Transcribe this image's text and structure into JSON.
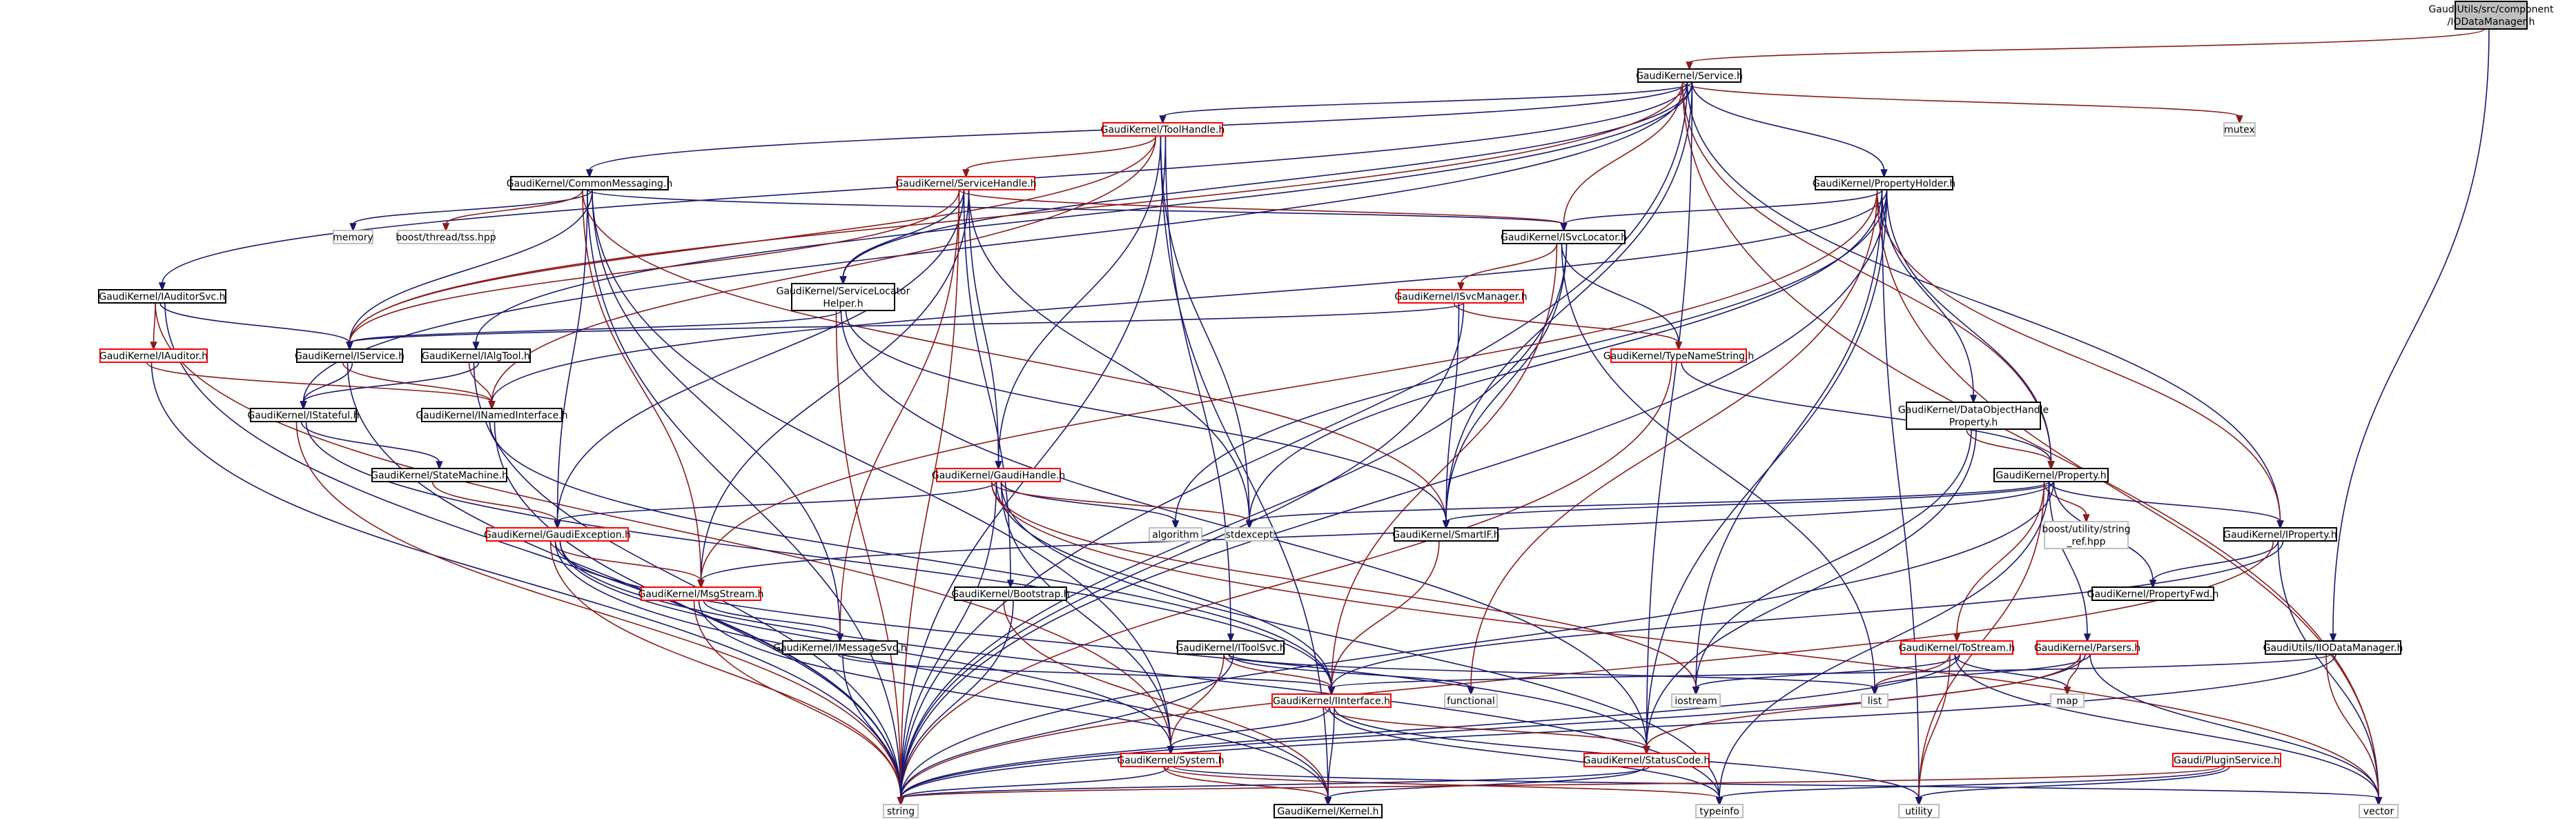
{
  "colors": {
    "background": "#ffffff",
    "root_fill": "#bfbfbf",
    "node_border": "#000000",
    "red_border": "#ff0000",
    "light_border": "#bfbfbf",
    "edge_navy": "#191970",
    "edge_red": "#8b1a1a",
    "text": "#000000"
  },
  "nodes": [
    {
      "id": "root",
      "lines": [
        "GaudiUtils/src/component",
        "/IODataManager.h"
      ],
      "style": "root"
    },
    {
      "id": "service",
      "lines": [
        "GaudiKernel/Service.h"
      ],
      "style": "black"
    },
    {
      "id": "toolhandle",
      "lines": [
        "GaudiKernel/ToolHandle.h"
      ],
      "style": "red"
    },
    {
      "id": "mutex",
      "lines": [
        "mutex"
      ],
      "style": "light"
    },
    {
      "id": "commonmessaging",
      "lines": [
        "GaudiKernel/CommonMessaging.h"
      ],
      "style": "black"
    },
    {
      "id": "servicehandle",
      "lines": [
        "GaudiKernel/ServiceHandle.h"
      ],
      "style": "red"
    },
    {
      "id": "propertyholder",
      "lines": [
        "GaudiKernel/PropertyHolder.h"
      ],
      "style": "black"
    },
    {
      "id": "memory",
      "lines": [
        "memory"
      ],
      "style": "light"
    },
    {
      "id": "boosttss",
      "lines": [
        "boost/thread/tss.hpp"
      ],
      "style": "light"
    },
    {
      "id": "isvclocator",
      "lines": [
        "GaudiKernel/ISvcLocator.h"
      ],
      "style": "black"
    },
    {
      "id": "iauditorsvc",
      "lines": [
        "GaudiKernel/IAuditorSvc.h"
      ],
      "style": "black"
    },
    {
      "id": "servicelocatorhelper",
      "lines": [
        "GaudiKernel/ServiceLocator",
        "Helper.h"
      ],
      "style": "black"
    },
    {
      "id": "isvcmanager",
      "lines": [
        "GaudiKernel/ISvcManager.h"
      ],
      "style": "red"
    },
    {
      "id": "iauditor",
      "lines": [
        "GaudiKernel/IAuditor.h"
      ],
      "style": "red"
    },
    {
      "id": "iservice",
      "lines": [
        "GaudiKernel/IService.h"
      ],
      "style": "black"
    },
    {
      "id": "ialgtool",
      "lines": [
        "GaudiKernel/IAlgTool.h"
      ],
      "style": "black"
    },
    {
      "id": "typenamestring",
      "lines": [
        "GaudiKernel/TypeNameString.h"
      ],
      "style": "red"
    },
    {
      "id": "istateful",
      "lines": [
        "GaudiKernel/IStateful.h"
      ],
      "style": "black"
    },
    {
      "id": "inamedinterface",
      "lines": [
        "GaudiKernel/INamedInterface.h"
      ],
      "style": "black"
    },
    {
      "id": "dataobjecthandleproperty",
      "lines": [
        "GaudiKernel/DataObjectHandle",
        "Property.h"
      ],
      "style": "black"
    },
    {
      "id": "statemachine",
      "lines": [
        "GaudiKernel/StateMachine.h"
      ],
      "style": "black"
    },
    {
      "id": "gaudihandle",
      "lines": [
        "GaudiKernel/GaudiHandle.h"
      ],
      "style": "red"
    },
    {
      "id": "property",
      "lines": [
        "GaudiKernel/Property.h"
      ],
      "style": "black"
    },
    {
      "id": "gaudiexception",
      "lines": [
        "GaudiKernel/GaudiException.h"
      ],
      "style": "red"
    },
    {
      "id": "algorithm",
      "lines": [
        "algorithm"
      ],
      "style": "light"
    },
    {
      "id": "stdexcept",
      "lines": [
        "stdexcept"
      ],
      "style": "light"
    },
    {
      "id": "smartif",
      "lines": [
        "GaudiKernel/SmartIF.h"
      ],
      "style": "black"
    },
    {
      "id": "boostutilitystringref",
      "lines": [
        "boost/utility/string",
        "_ref.hpp"
      ],
      "style": "light"
    },
    {
      "id": "iproperty",
      "lines": [
        "GaudiKernel/IProperty.h"
      ],
      "style": "black"
    },
    {
      "id": "msgstream",
      "lines": [
        "GaudiKernel/MsgStream.h"
      ],
      "style": "red"
    },
    {
      "id": "bootstrap",
      "lines": [
        "GaudiKernel/Bootstrap.h"
      ],
      "style": "black"
    },
    {
      "id": "propertyfwd",
      "lines": [
        "GaudiKernel/PropertyFwd.h"
      ],
      "style": "black"
    },
    {
      "id": "imessagesvc",
      "lines": [
        "GaudiKernel/IMessageSvc.h"
      ],
      "style": "black"
    },
    {
      "id": "itoolsvc",
      "lines": [
        "GaudiKernel/IToolSvc.h"
      ],
      "style": "black"
    },
    {
      "id": "tostream",
      "lines": [
        "GaudiKernel/ToStream.h"
      ],
      "style": "red"
    },
    {
      "id": "parsers",
      "lines": [
        "GaudiKernel/Parsers.h"
      ],
      "style": "red"
    },
    {
      "id": "iiodatamanager",
      "lines": [
        "GaudiUtils/IIODataManager.h"
      ],
      "style": "black"
    },
    {
      "id": "functional",
      "lines": [
        "functional"
      ],
      "style": "light"
    },
    {
      "id": "iinterface",
      "lines": [
        "GaudiKernel/IInterface.h"
      ],
      "style": "red"
    },
    {
      "id": "iostream",
      "lines": [
        "iostream"
      ],
      "style": "light"
    },
    {
      "id": "list",
      "lines": [
        "list"
      ],
      "style": "light"
    },
    {
      "id": "map",
      "lines": [
        "map"
      ],
      "style": "light"
    },
    {
      "id": "system",
      "lines": [
        "GaudiKernel/System.h"
      ],
      "style": "red"
    },
    {
      "id": "statuscode",
      "lines": [
        "GaudiKernel/StatusCode.h"
      ],
      "style": "red"
    },
    {
      "id": "pluginservice",
      "lines": [
        "Gaudi/PluginService.h"
      ],
      "style": "red"
    },
    {
      "id": "string",
      "lines": [
        "string"
      ],
      "style": "light"
    },
    {
      "id": "kernel",
      "lines": [
        "GaudiKernel/Kernel.h"
      ],
      "style": "black"
    },
    {
      "id": "typeinfo",
      "lines": [
        "typeinfo"
      ],
      "style": "light"
    },
    {
      "id": "utility",
      "lines": [
        "utility"
      ],
      "style": "light"
    },
    {
      "id": "vector",
      "lines": [
        "vector"
      ],
      "style": "light"
    }
  ],
  "edges": [
    [
      "root",
      "service"
    ],
    [
      "root",
      "iiodatamanager"
    ],
    [
      "service",
      "toolhandle"
    ],
    [
      "service",
      "mutex"
    ],
    [
      "service",
      "commonmessaging"
    ],
    [
      "service",
      "propertyholder"
    ],
    [
      "service",
      "isvclocator"
    ],
    [
      "service",
      "iauditorsvc"
    ],
    [
      "service",
      "servicelocatorhelper"
    ],
    [
      "service",
      "iservice"
    ],
    [
      "service",
      "istateful"
    ],
    [
      "service",
      "ialgtool"
    ],
    [
      "service",
      "property"
    ],
    [
      "service",
      "iproperty"
    ],
    [
      "service",
      "smartif"
    ],
    [
      "service",
      "vector"
    ],
    [
      "service",
      "string"
    ],
    [
      "service",
      "statuscode"
    ],
    [
      "toolhandle",
      "servicehandle"
    ],
    [
      "toolhandle",
      "gaudihandle"
    ],
    [
      "toolhandle",
      "itoolsvc"
    ],
    [
      "toolhandle",
      "inamedinterface"
    ],
    [
      "toolhandle",
      "stdexcept"
    ],
    [
      "toolhandle",
      "string"
    ],
    [
      "toolhandle",
      "iservice"
    ],
    [
      "toolhandle",
      "kernel"
    ],
    [
      "commonmessaging",
      "memory"
    ],
    [
      "commonmessaging",
      "boosttss"
    ],
    [
      "commonmessaging",
      "isvclocator"
    ],
    [
      "commonmessaging",
      "imessagesvc"
    ],
    [
      "commonmessaging",
      "msgstream"
    ],
    [
      "commonmessaging",
      "gaudiexception"
    ],
    [
      "commonmessaging",
      "iservice"
    ],
    [
      "commonmessaging",
      "smartif"
    ],
    [
      "commonmessaging",
      "string"
    ],
    [
      "commonmessaging",
      "system"
    ],
    [
      "servicehandle",
      "isvclocator"
    ],
    [
      "servicehandle",
      "servicelocatorhelper"
    ],
    [
      "servicehandle",
      "gaudihandle"
    ],
    [
      "servicehandle",
      "iservice"
    ],
    [
      "servicehandle",
      "gaudiexception"
    ],
    [
      "servicehandle",
      "msgstream"
    ],
    [
      "servicehandle",
      "imessagesvc"
    ],
    [
      "servicehandle",
      "bootstrap"
    ],
    [
      "servicehandle",
      "stdexcept"
    ],
    [
      "servicehandle",
      "string"
    ],
    [
      "propertyholder",
      "isvclocator"
    ],
    [
      "propertyholder",
      "property"
    ],
    [
      "propertyholder",
      "iproperty"
    ],
    [
      "propertyholder",
      "dataobjecthandleproperty"
    ],
    [
      "propertyholder",
      "inamedinterface"
    ],
    [
      "propertyholder",
      "msgstream"
    ],
    [
      "propertyholder",
      "stdexcept"
    ],
    [
      "propertyholder",
      "algorithm"
    ],
    [
      "propertyholder",
      "functional"
    ],
    [
      "propertyholder",
      "iostream"
    ],
    [
      "propertyholder",
      "string"
    ],
    [
      "propertyholder",
      "vector"
    ],
    [
      "propertyholder",
      "utility"
    ],
    [
      "propertyholder",
      "statuscode"
    ],
    [
      "isvclocator",
      "isvcmanager"
    ],
    [
      "isvclocator",
      "typenamestring"
    ],
    [
      "isvclocator",
      "smartif"
    ],
    [
      "isvclocator",
      "iinterface"
    ],
    [
      "isvclocator",
      "list"
    ],
    [
      "isvclocator",
      "string"
    ],
    [
      "iauditorsvc",
      "iauditor"
    ],
    [
      "iauditorsvc",
      "iservice"
    ],
    [
      "iauditorsvc",
      "string"
    ],
    [
      "iauditorsvc",
      "system"
    ],
    [
      "servicelocatorhelper",
      "iservice"
    ],
    [
      "servicelocatorhelper",
      "smartif"
    ],
    [
      "servicelocatorhelper",
      "string"
    ],
    [
      "servicelocatorhelper",
      "statuscode"
    ],
    [
      "isvcmanager",
      "iservice"
    ],
    [
      "isvcmanager",
      "typenamestring"
    ],
    [
      "isvcmanager",
      "smartif"
    ],
    [
      "isvcmanager",
      "string"
    ],
    [
      "iauditor",
      "inamedinterface"
    ],
    [
      "iauditor",
      "string"
    ],
    [
      "iservice",
      "istateful"
    ],
    [
      "iservice",
      "inamedinterface"
    ],
    [
      "iservice",
      "string"
    ],
    [
      "ialgtool",
      "istateful"
    ],
    [
      "ialgtool",
      "inamedinterface"
    ],
    [
      "ialgtool",
      "string"
    ],
    [
      "typenamestring",
      "property"
    ],
    [
      "typenamestring",
      "string"
    ],
    [
      "istateful",
      "statemachine"
    ],
    [
      "istateful",
      "iinterface"
    ],
    [
      "istateful",
      "string"
    ],
    [
      "inamedinterface",
      "iinterface"
    ],
    [
      "inamedinterface",
      "string"
    ],
    [
      "dataobjecthandleproperty",
      "property"
    ],
    [
      "dataobjecthandleproperty",
      "iostream"
    ],
    [
      "dataobjecthandleproperty",
      "statuscode"
    ],
    [
      "statemachine",
      "gaudiexception"
    ],
    [
      "gaudihandle",
      "gaudiexception"
    ],
    [
      "gaudihandle",
      "algorithm"
    ],
    [
      "gaudihandle",
      "stdexcept"
    ],
    [
      "gaudihandle",
      "iinterface"
    ],
    [
      "gaudihandle",
      "system"
    ],
    [
      "gaudihandle",
      "iostream"
    ],
    [
      "gaudihandle",
      "string"
    ],
    [
      "gaudihandle",
      "typeinfo"
    ],
    [
      "gaudihandle",
      "vector"
    ],
    [
      "property",
      "stdexcept"
    ],
    [
      "property",
      "smartif"
    ],
    [
      "property",
      "boostutilitystringref"
    ],
    [
      "property",
      "iproperty"
    ],
    [
      "property",
      "propertyfwd"
    ],
    [
      "property",
      "tostream"
    ],
    [
      "property",
      "parsers"
    ],
    [
      "property",
      "string"
    ],
    [
      "property",
      "utility"
    ],
    [
      "property",
      "typeinfo"
    ],
    [
      "property",
      "msgstream"
    ],
    [
      "gaudiexception",
      "msgstream"
    ],
    [
      "gaudiexception",
      "statuscode"
    ],
    [
      "gaudiexception",
      "system"
    ],
    [
      "gaudiexception",
      "string"
    ],
    [
      "gaudiexception",
      "kernel"
    ],
    [
      "gaudiexception",
      "typeinfo"
    ],
    [
      "smartif",
      "iinterface"
    ],
    [
      "iproperty",
      "propertyfwd"
    ],
    [
      "iproperty",
      "iinterface"
    ],
    [
      "iproperty",
      "string"
    ],
    [
      "iproperty",
      "vector"
    ],
    [
      "msgstream",
      "imessagesvc"
    ],
    [
      "msgstream",
      "string"
    ],
    [
      "msgstream",
      "kernel"
    ],
    [
      "bootstrap",
      "string"
    ],
    [
      "bootstrap",
      "kernel"
    ],
    [
      "imessagesvc",
      "iinterface"
    ],
    [
      "imessagesvc",
      "string"
    ],
    [
      "itoolsvc",
      "iinterface"
    ],
    [
      "itoolsvc",
      "list"
    ],
    [
      "itoolsvc",
      "string"
    ],
    [
      "itoolsvc",
      "system"
    ],
    [
      "itoolsvc",
      "functional"
    ],
    [
      "tostream",
      "iostream"
    ],
    [
      "tostream",
      "list"
    ],
    [
      "tostream",
      "map"
    ],
    [
      "tostream",
      "string"
    ],
    [
      "tostream",
      "utility"
    ],
    [
      "tostream",
      "vector"
    ],
    [
      "parsers",
      "list"
    ],
    [
      "parsers",
      "map"
    ],
    [
      "parsers",
      "string"
    ],
    [
      "parsers",
      "vector"
    ],
    [
      "parsers",
      "statuscode"
    ],
    [
      "iiodatamanager",
      "iinterface"
    ],
    [
      "iiodatamanager",
      "string"
    ],
    [
      "iiodatamanager",
      "vector"
    ],
    [
      "iinterface",
      "system"
    ],
    [
      "iinterface",
      "kernel"
    ],
    [
      "iinterface",
      "statuscode"
    ],
    [
      "iinterface",
      "typeinfo"
    ],
    [
      "iinterface",
      "utility"
    ],
    [
      "system",
      "kernel"
    ],
    [
      "system",
      "string"
    ],
    [
      "system",
      "vector"
    ],
    [
      "system",
      "typeinfo"
    ],
    [
      "statuscode",
      "kernel"
    ],
    [
      "statuscode",
      "string"
    ],
    [
      "pluginservice",
      "string"
    ],
    [
      "pluginservice",
      "typeinfo"
    ],
    [
      "pluginservice",
      "utility"
    ]
  ]
}
